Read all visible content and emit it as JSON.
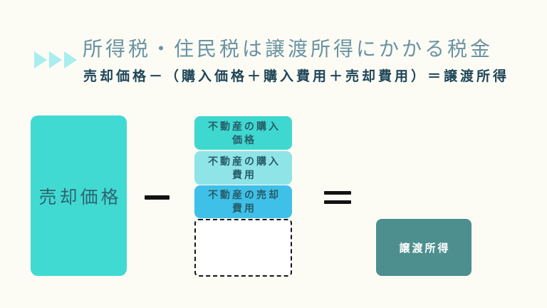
{
  "slide": {
    "background_color": "#FCFCF5"
  },
  "header": {
    "bullet_arrows_icon": "triple-play-triangles",
    "bullet_arrows_color": "#A9EDEF",
    "title": "所得税・住民税は譲渡所得にかかる税金",
    "title_color": "#6A93A2",
    "formula": "売却価格－（購入価格＋購入費用＋売却費用）＝譲渡所得",
    "formula_color": "#1F4558"
  },
  "diagram": {
    "sale_price_box": {
      "label": "売却価格",
      "bg_color": "#41DAD3",
      "text_color": "#2E6570"
    },
    "minus_sign": "−",
    "cost_boxes": [
      {
        "line1": "不動産の購入",
        "line2": "価格",
        "bg_color": "#3FD8D0"
      },
      {
        "line1": "不動産の購入",
        "line2": "費用",
        "bg_color": "#8FE4E7"
      },
      {
        "line1": "不動産の売却",
        "line2": "費用",
        "bg_color": "#3FC0E8"
      }
    ],
    "empty_box": {
      "label": "",
      "style": "dashed-outline"
    },
    "equals_sign": "＝",
    "result_box": {
      "label": "譲渡所得",
      "bg_color": "#4D8F8E",
      "text_color": "#FFFFFF"
    }
  }
}
